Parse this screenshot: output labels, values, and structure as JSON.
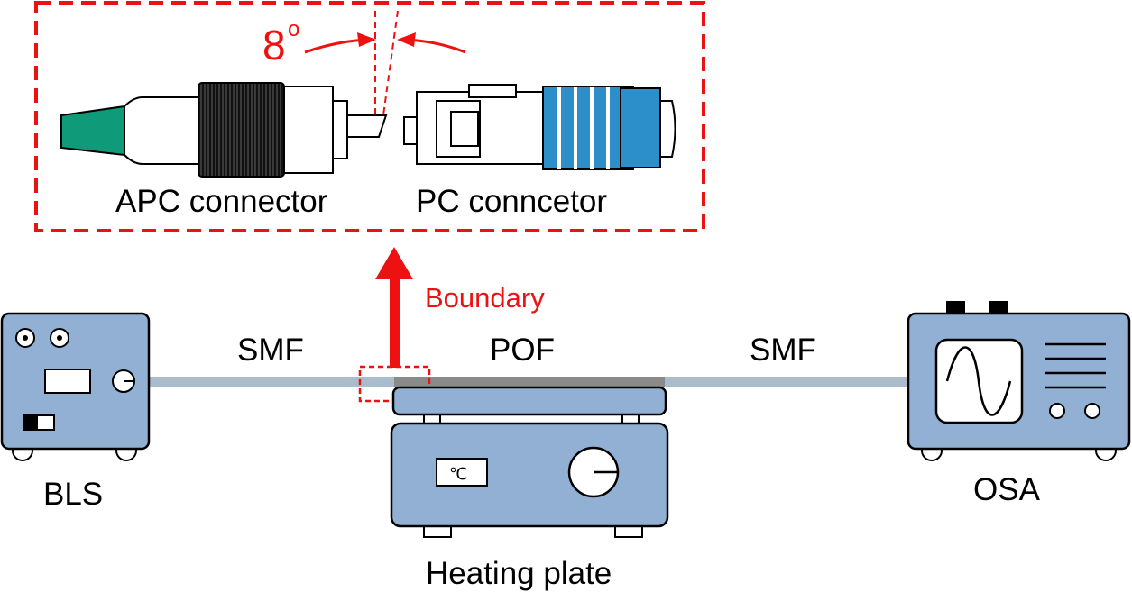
{
  "colors": {
    "accent_red": "#ee1111",
    "device_blue": "#92b0d4",
    "fiber_smf": "#a9bccc",
    "fiber_pof": "#8a8a8a",
    "apc_boot": "#0f9a7a",
    "pc_boot": "#2d8fc9"
  },
  "inset": {
    "angle_value": "8",
    "angle_unit": "o",
    "apc_label": "APC connector",
    "pc_label": "PC conncetor"
  },
  "boundary_label": "Boundary",
  "fibers": {
    "left_label": "SMF",
    "middle_label": "POF",
    "right_label": "SMF"
  },
  "devices": {
    "source_label": "BLS",
    "heater_label": "Heating plate",
    "heater_display": "℃",
    "analyzer_label": "OSA"
  }
}
